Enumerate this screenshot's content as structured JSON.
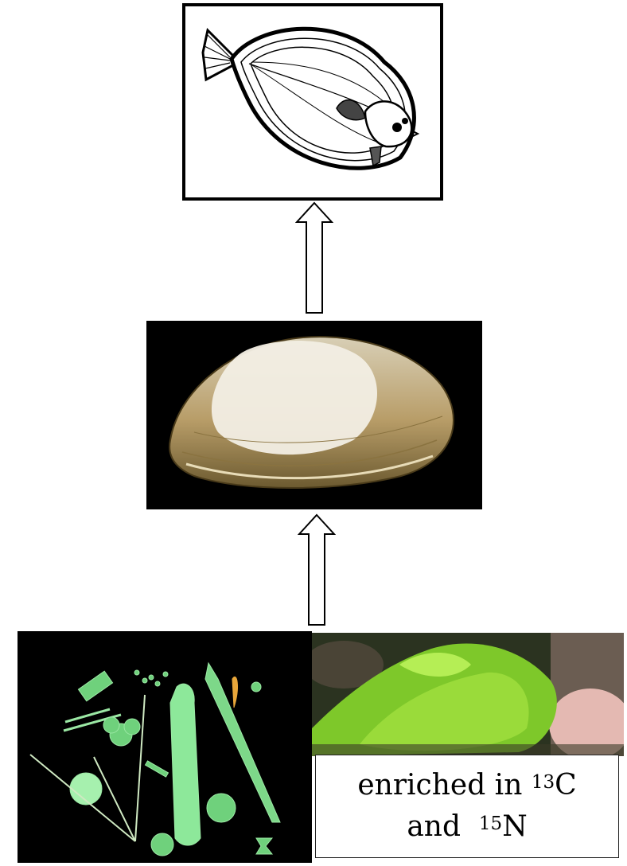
{
  "nodes": {
    "top": {
      "picture": "flatfish-illustration"
    },
    "middle": {
      "picture": "clam-shell-photo"
    },
    "bottom_left": {
      "picture": "phytoplankton-diatoms"
    },
    "bottom_right": {
      "picture": "green-macroalgae-photo"
    }
  },
  "label": {
    "line1_text": "enriched in ",
    "line1_sup": "13",
    "line1_element": "C",
    "line2_text": "and  ",
    "line2_sup": "15",
    "line2_element": "N"
  },
  "colors": {
    "phyto_green": "#7fd98a",
    "algae_green": "#7ec82a",
    "clam_shell": "#a58a56",
    "outline": "#000000"
  }
}
